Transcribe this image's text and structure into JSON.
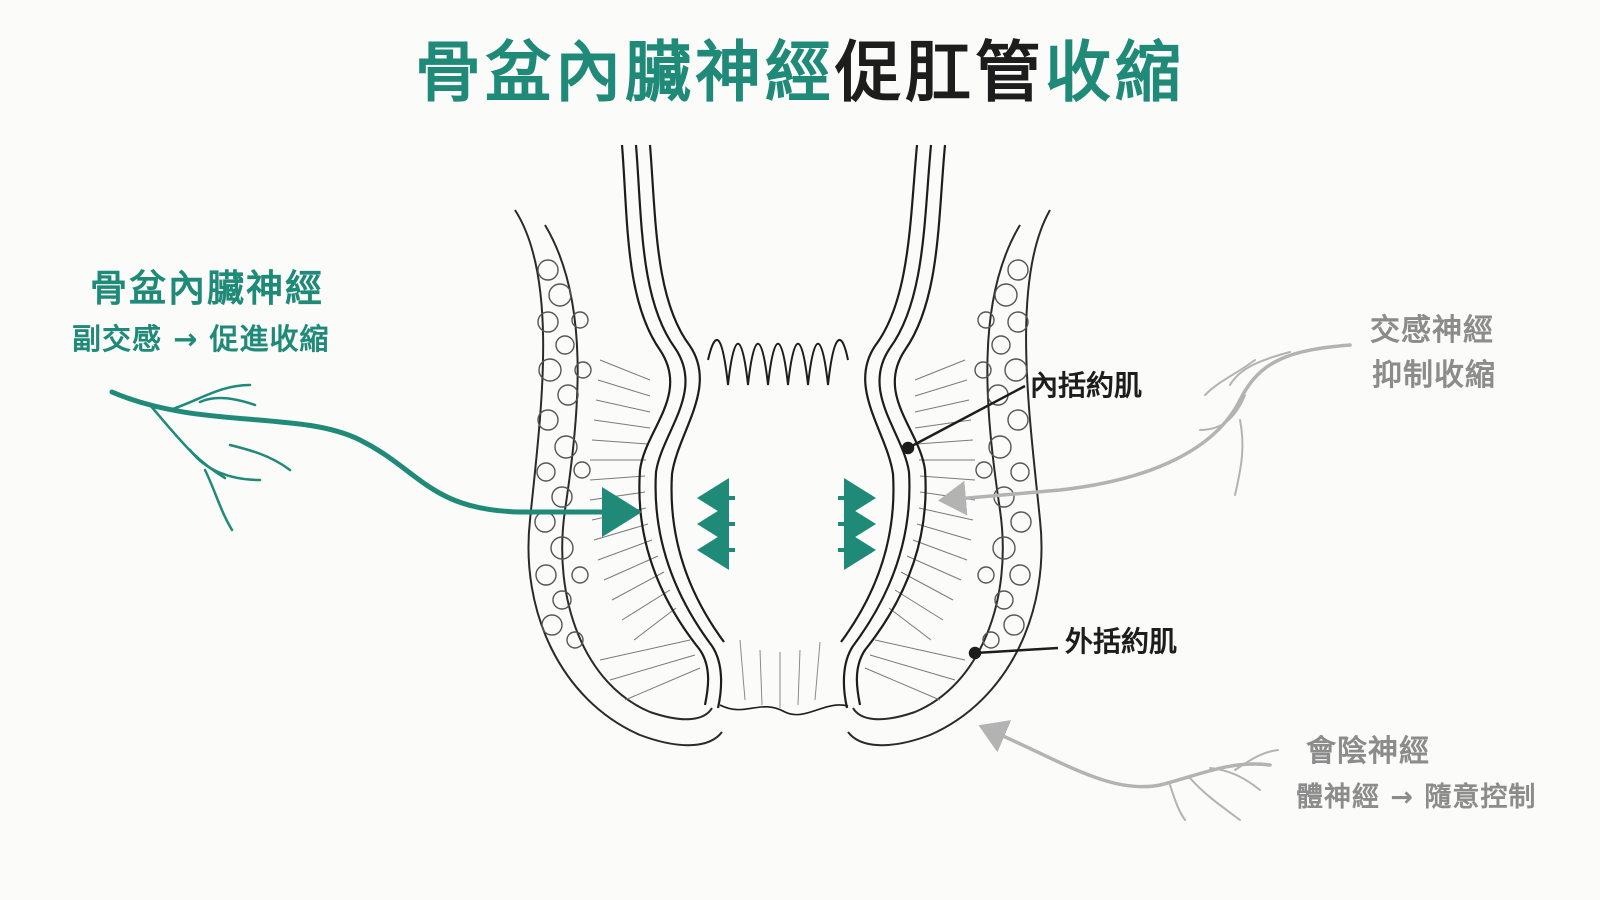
{
  "title": {
    "highlight": "骨盆內臟神經",
    "rest": "促肛管",
    "end": "收縮"
  },
  "nerves": {
    "pelvic_splanchnic": {
      "name": "骨盆內臟神經",
      "effect": "副交感 → 促進收縮",
      "color": "#1f8a78",
      "icon": "nerve-branch-icon"
    },
    "sympathetic": {
      "name": "交感神經",
      "effect": "抑制收縮",
      "color": "#9a9a9a",
      "icon": "nerve-branch-icon"
    },
    "pudendal": {
      "name": "會陰神經",
      "effect": "體神經 → 隨意控制",
      "color": "#9a9a9a",
      "icon": "nerve-branch-icon"
    }
  },
  "structures": {
    "internal_sphincter": "內括約肌",
    "external_sphincter": "外括約肌"
  },
  "colors": {
    "accent": "#1f8a78",
    "neutral": "#9a9a9a",
    "ink": "#1d1d1d"
  }
}
